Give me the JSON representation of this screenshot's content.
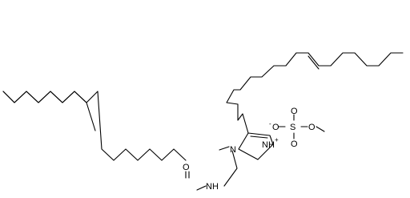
{
  "figure": {
    "atoms": {
      "carbonyl_O": "O",
      "amide_NH": "NH",
      "ring_N": "N",
      "ring_NH": "NH",
      "ring_NH_charge": "+",
      "methyl_label": "",
      "sulfate_anion_O": "O",
      "sulfate_anion_charge": "-",
      "sulfate_S": "S",
      "sulfate_top_O": "O",
      "sulfate_bottom_O": "O",
      "sulfate_ester_O": "O"
    }
  }
}
